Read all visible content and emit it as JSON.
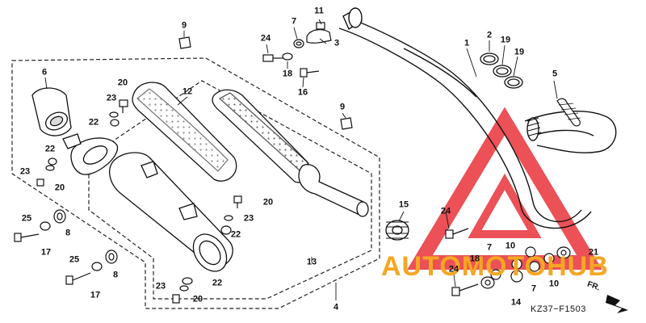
{
  "diagram": {
    "drawing_code": "KZ37−F1503",
    "direction_label": "FR.",
    "watermark": {
      "part1": "AUTO",
      "part2": "MOTO",
      "part3": "HUB",
      "color_orange": "#f5a623",
      "color_red": "#e8333a"
    },
    "callouts": {
      "c1": "1",
      "c2": "2",
      "c3": "3",
      "c4": "4",
      "c5": "5",
      "c6": "6",
      "c7a": "7",
      "c7b": "7",
      "c7c": "7",
      "c8a": "8",
      "c8b": "8",
      "c9a": "9",
      "c9b": "9",
      "c10a": "10",
      "c10b": "10",
      "c11": "11",
      "c12": "12",
      "c13": "13",
      "c14": "14",
      "c15": "15",
      "c16": "16",
      "c17a": "17",
      "c17b": "17",
      "c18a": "18",
      "c18b": "18",
      "c19a": "19",
      "c19b": "19",
      "c20a": "20",
      "c20b": "20",
      "c20c": "20",
      "c20d": "20",
      "c21": "21",
      "c22a": "22",
      "c22b": "22",
      "c22c": "22",
      "c22d": "22",
      "c23a": "23",
      "c23b": "23",
      "c23c": "23",
      "c23d": "23",
      "c24a": "24",
      "c24b": "24",
      "c24c": "24",
      "c25a": "25",
      "c25b": "25"
    }
  }
}
